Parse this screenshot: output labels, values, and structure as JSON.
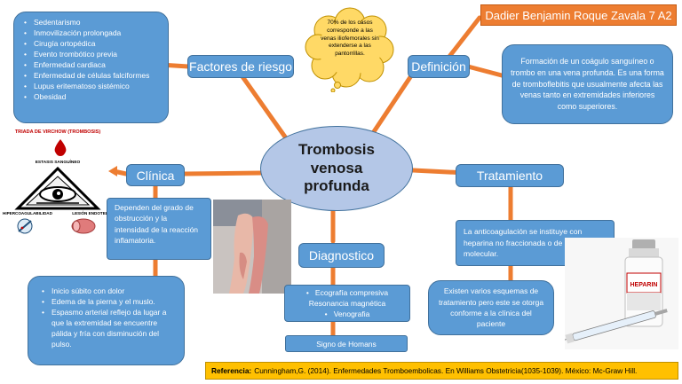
{
  "author": "Dadier Benjamin Roque Zavala 7 A2",
  "central": "Trombosis venosa profunda",
  "factores": {
    "label": "Factores de riesgo",
    "items": [
      "Sedentarismo",
      "Inmovilización prolongada",
      "Cirugía ortopédica",
      "Evento trombótico previa",
      "Enfermedad cardiaca",
      "Enfermedad de células falciformes",
      "Lupus eritematoso sistémico",
      "Obesidad"
    ]
  },
  "cloud": "70% de los casos corresponde a las venas iliofemorales sin extenderse a las pantorrillas.",
  "definicion": {
    "label": "Definición",
    "text": "Formación de un coágulo sanguíneo o trombo en una vena profunda. Es una forma de tromboflebitis que usualmente afecta las venas tanto en extremidades inferiores como superiores."
  },
  "triada": {
    "title": "TRIADA DE VIRCHOW (TROMBOSIS)",
    "top": "ESTASIS SANGUÍNEO",
    "left": "HIPERCOAGULABILIDAD",
    "right": "LESIÓN ENDOTELIAL"
  },
  "clinica": {
    "label": "Clínica",
    "text": "Dependen del grado de obstrucción y la intensidad de la reacción inflamatoria.",
    "items": [
      "Inicio súbito con dolor",
      "Edema de la pierna y el muslo.",
      "Espasmo arterial reflejo da lugar a que la extremidad se encuentre pálida y fría con disminución del pulso."
    ]
  },
  "diagnostico": {
    "label": "Diagnostico",
    "items": [
      "Ecografía compresiva",
      "Resonancia magnética",
      "Venografia"
    ],
    "homans": "Signo de Homans"
  },
  "tratamiento": {
    "label": "Tratamiento",
    "text1": "La anticoagulación se instituye con heparina no fraccionada o de bajo peso molecular.",
    "text2": "Existen varios esquemas de tratamiento pero este se otorga conforme a la clínica del paciente",
    "vial_label": "HEPARIN"
  },
  "referencia": {
    "label": "Referencia:",
    "text": "Cunningham,G. (2014). Enfermedades Tromboembolicas. En Williams Obstetricia(1035-1039). México: Mc-Graw Hill."
  },
  "colors": {
    "box": "#5b9bd5",
    "connector": "#ed7d31",
    "central": "#b4c7e7",
    "cloud": "#ffd966",
    "author_bg": "#ed7d31",
    "reference_bg": "#ffc000",
    "triangle_red": "#c00000"
  }
}
